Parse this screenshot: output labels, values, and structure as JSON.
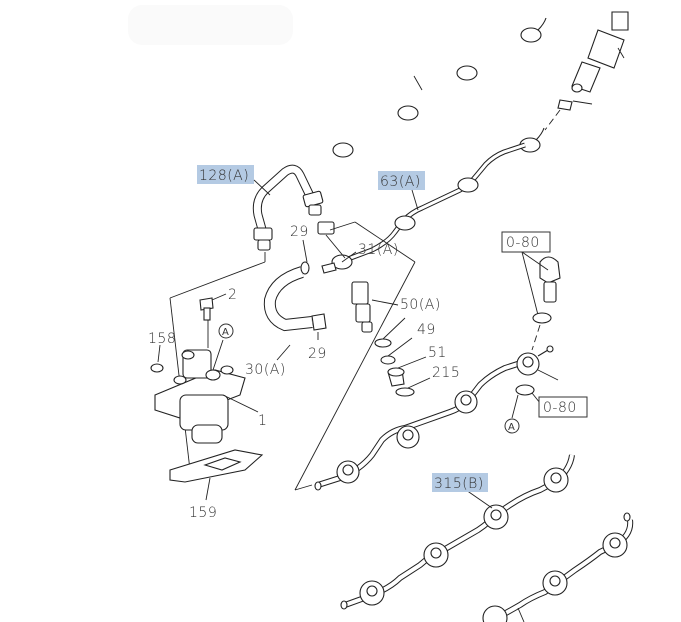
{
  "diagram": {
    "type": "exploded parts diagram - fuel injection pipes",
    "highlight_color": "#b4cae3",
    "callouts": [
      {
        "id": "c128a",
        "text": "128(A)",
        "highlighted": true
      },
      {
        "id": "c63a",
        "text": "63(A)",
        "highlighted": true
      },
      {
        "id": "c29a",
        "text": "29",
        "highlighted": false
      },
      {
        "id": "c31a",
        "text": "31(A)",
        "highlighted": false
      },
      {
        "id": "c2",
        "text": "2",
        "highlighted": false
      },
      {
        "id": "c158",
        "text": "158",
        "highlighted": false
      },
      {
        "id": "c50a",
        "text": "50(A)",
        "highlighted": false
      },
      {
        "id": "c49",
        "text": "49",
        "highlighted": false
      },
      {
        "id": "c51",
        "text": "51",
        "highlighted": false
      },
      {
        "id": "c215",
        "text": "215",
        "highlighted": false
      },
      {
        "id": "c30a",
        "text": "30(A)",
        "highlighted": false
      },
      {
        "id": "c29b",
        "text": "29",
        "highlighted": false
      },
      {
        "id": "c1",
        "text": "1",
        "highlighted": false
      },
      {
        "id": "c159",
        "text": "159",
        "highlighted": false
      },
      {
        "id": "c315b",
        "text": "315(B)",
        "highlighted": true
      }
    ],
    "boxed_refs": [
      {
        "text": "0-80"
      },
      {
        "text": "0-80"
      }
    ],
    "circle_markers": [
      {
        "text": "A"
      },
      {
        "text": "A"
      }
    ]
  }
}
